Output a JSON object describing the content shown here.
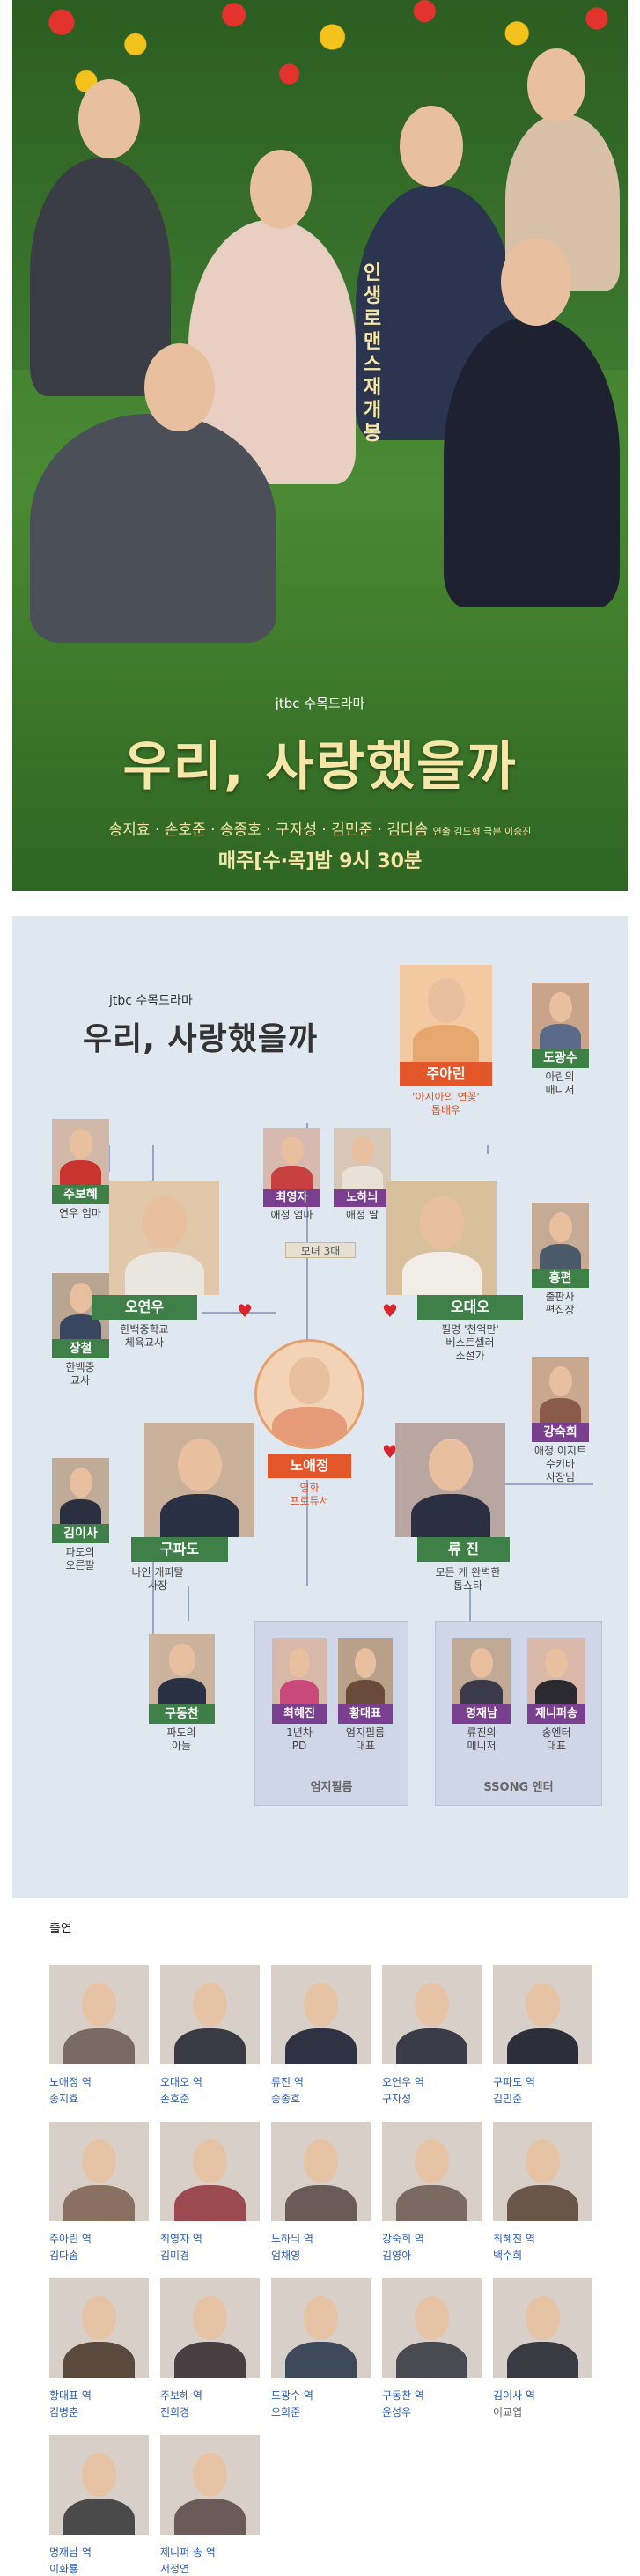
{
  "poster": {
    "vertical_tagline": "인생로맨스재개봉",
    "broadcaster": "jtbc 수목드라마",
    "title": "우리, 사랑했을까",
    "cast_line": "송지효 · 손호준 · 송종호 · 구자성 · 김민준 · 김다솜",
    "credit_line": "연출 김도형 극본 이승진",
    "schedule": "매주[수·목]밤 9시 30분"
  },
  "diagram": {
    "broadcaster": "jtbc 수목드라마",
    "title": "우리, 사랑했을까",
    "center": {
      "name": "노애정",
      "desc": "영화\n프로듀서"
    },
    "oh_daeo": {
      "name": "오대오",
      "desc": "필명 '천억만'\n베스트셀러\n소설가"
    },
    "oh_yeonwoo": {
      "name": "오연우",
      "desc": "한백중학교\n체육교사"
    },
    "gu_pado": {
      "name": "구파도",
      "desc": "나인 캐피탈\n사장"
    },
    "ryu_jin": {
      "name": "류 진",
      "desc": "모든 게 완벽한\n톱스타"
    },
    "joo_arin": {
      "name": "주아린",
      "desc": "'아시아의 연꽃'\n톱배우"
    },
    "do_kwangsoo": {
      "name": "도광수",
      "desc": "아린의\n매니저"
    },
    "joo_bohye": {
      "name": "주보혜",
      "desc": "연우 엄마"
    },
    "jang_chul": {
      "name": "장철",
      "desc": "한백중\n교사"
    },
    "choi_youngja": {
      "name": "최영자",
      "desc": "애정 엄마"
    },
    "noh_hani": {
      "name": "노하늬",
      "desc": "애정 딸"
    },
    "mother_daughter": "모녀 3대",
    "hong_pyun": {
      "name": "홍편",
      "desc": "출판사\n편집장"
    },
    "kang_sukhee": {
      "name": "강숙희",
      "desc": "애정 이지트\n수키바\n사장님"
    },
    "kim_isa": {
      "name": "김이사",
      "desc": "파도의\n오른팔"
    },
    "gu_dongchan": {
      "name": "구동찬",
      "desc": "파도의\n아들"
    },
    "choi_hyejin": {
      "name": "최혜진",
      "desc": "1년차\nPD"
    },
    "hwang_daepyo": {
      "name": "황대표",
      "desc": "엄지필름\n대표"
    },
    "myeong_jaenam": {
      "name": "명재남",
      "desc": "류진의\n매니저"
    },
    "jenny_song": {
      "name": "제니퍼송",
      "desc": "송엔터\n대표"
    },
    "group_left": "엄지필름",
    "group_right": "SSONG 엔터"
  },
  "cast_section": {
    "heading": "출연",
    "members": [
      {
        "role": "노애정 역",
        "actor": "송지효",
        "link": true
      },
      {
        "role": "오대오 역",
        "actor": "손호준",
        "link": true
      },
      {
        "role": "류진 역",
        "actor": "송종호",
        "link": true
      },
      {
        "role": "오연우 역",
        "actor": "구자성",
        "link": true
      },
      {
        "role": "구파도 역",
        "actor": "김민준",
        "link": true
      },
      {
        "role": "주아린 역",
        "actor": "김다솜",
        "link": true
      },
      {
        "role": "최영자 역",
        "actor": "김미경",
        "link": true
      },
      {
        "role": "노하늬 역",
        "actor": "엄채영",
        "link": true
      },
      {
        "role": "강숙희 역",
        "actor": "김영아",
        "link": true
      },
      {
        "role": "최혜진 역",
        "actor": "백수희",
        "link": true
      },
      {
        "role": "황대표 역",
        "actor": "김병춘",
        "link": true
      },
      {
        "role": "주보혜 역",
        "actor": "진희경",
        "link": true
      },
      {
        "role": "도광수 역",
        "actor": "오희준",
        "link": true
      },
      {
        "role": "구동찬 역",
        "actor": "윤성우",
        "link": true
      },
      {
        "role": "김이사 역",
        "actor": "이교엽",
        "link": false
      },
      {
        "role": "명재남 역",
        "actor": "이화룡",
        "link": true
      },
      {
        "role": "제니퍼 송 역",
        "actor": "서정연",
        "link": true
      }
    ]
  },
  "colors": {
    "poster_title": "#f6e7a8",
    "name_green": "#3f7f48",
    "name_orange": "#e2562a",
    "name_purple": "#7a3f8f",
    "link_blue": "#2d5db8",
    "heart_red": "#d8262e"
  }
}
